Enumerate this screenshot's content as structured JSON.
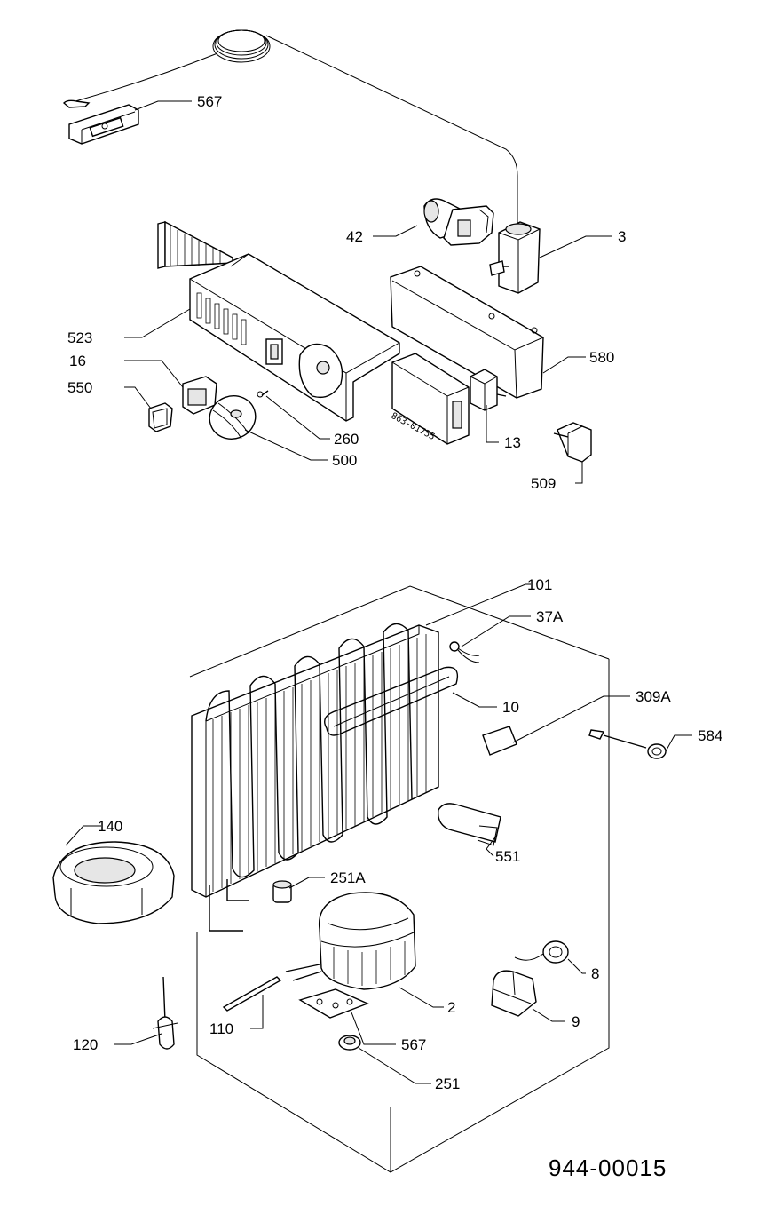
{
  "diagram": {
    "document_number": "944-00015",
    "part_stamp": "863-01755",
    "callouts": {
      "c567_top": "567",
      "c42": "42",
      "c3": "3",
      "c523": "523",
      "c580": "580",
      "c16": "16",
      "c550": "550",
      "c260": "260",
      "c500": "500",
      "c13": "13",
      "c509": "509",
      "c101": "101",
      "c37A": "37A",
      "c10": "10",
      "c309A": "309A",
      "c584": "584",
      "c140": "140",
      "c551": "551",
      "c251A": "251A",
      "c8": "8",
      "c2": "2",
      "c9": "9",
      "c110": "110",
      "c120": "120",
      "c567_bottom": "567",
      "c251": "251"
    }
  }
}
